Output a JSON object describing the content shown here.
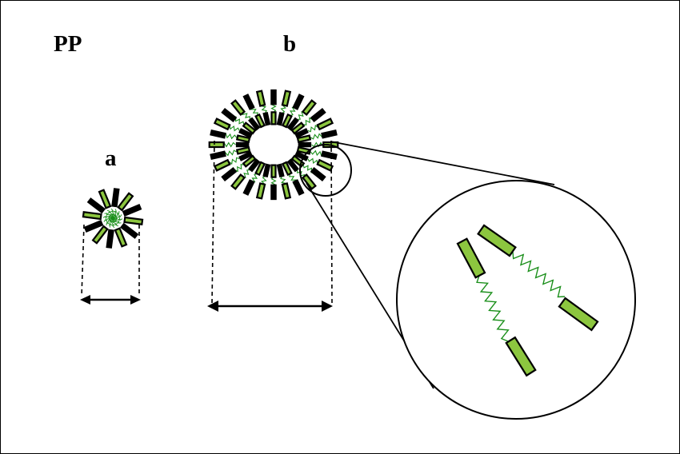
{
  "labels": {
    "title": "PP",
    "panel_a": "a",
    "panel_b": "b"
  },
  "colors": {
    "ink": "#000000",
    "block_fill": "#8cc63f",
    "block_stroke": "#000000",
    "chain": "#1a8f1a",
    "background": "#ffffff"
  }
}
